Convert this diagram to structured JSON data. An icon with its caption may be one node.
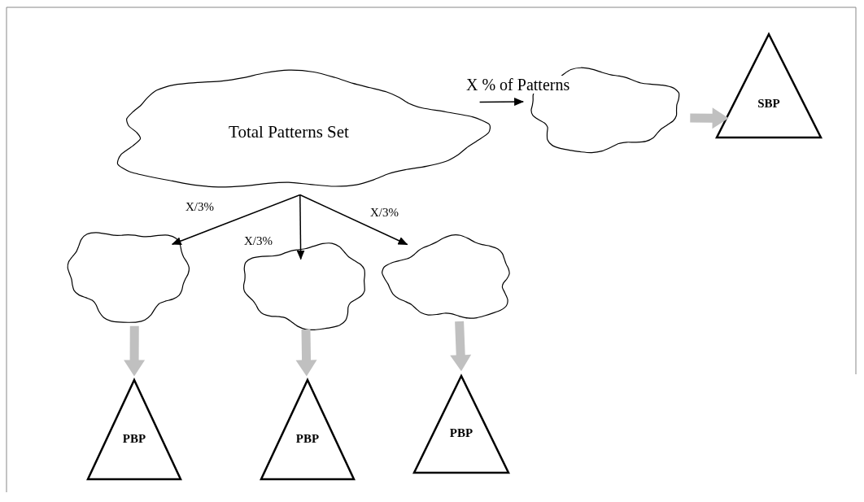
{
  "diagram": {
    "nodes": [
      {
        "text": [
          "Total Patterns Set"
        ]
      },
      {
        "text": [],
        "shape": "cloud"
      },
      {
        "text": [
          "SBP"
        ]
      },
      {
        "text": [],
        "shape": "cloud"
      },
      {
        "text": [],
        "shape": "cloud"
      },
      {
        "text": [],
        "shape": "cloud"
      },
      {
        "text": [
          "PBP"
        ]
      },
      {
        "text": [
          "PBP"
        ]
      },
      {
        "text": [
          "PBP"
        ]
      }
    ],
    "edges": [
      {
        "from": 0,
        "to": 1,
        "arrow": "to",
        "label": "X % of Patterns"
      },
      {
        "from": 1,
        "to": 2,
        "arrow": "to",
        "style": "thick",
        "color": "#c0c0c0"
      },
      {
        "from": 0,
        "to": 3,
        "arrow": "to",
        "label": "X/3%"
      },
      {
        "from": 0,
        "to": 4,
        "arrow": "to",
        "label": "X/3%"
      },
      {
        "from": 0,
        "to": 5,
        "arrow": "to",
        "label": "X/3%"
      },
      {
        "from": 3,
        "to": 6,
        "arrow": "to",
        "style": "thick",
        "color": "#c0c0c0"
      },
      {
        "from": 4,
        "to": 7,
        "arrow": "to",
        "style": "thick",
        "color": "#c0c0c0"
      },
      {
        "from": 5,
        "to": 8,
        "arrow": "to",
        "style": "thick",
        "color": "#c0c0c0"
      }
    ]
  }
}
